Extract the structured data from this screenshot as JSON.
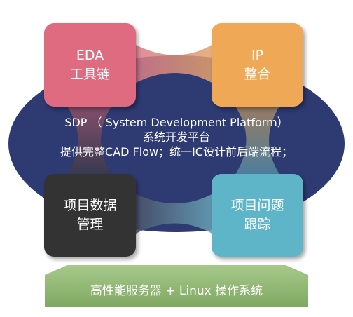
{
  "modules": {
    "eda": {
      "line1": "EDA",
      "line2": "工具链"
    },
    "ip": {
      "line1": "IP",
      "line2": "整合"
    },
    "data": {
      "line1": "项目数据",
      "line2": "管理"
    },
    "issue": {
      "line1": "项目问题",
      "line2": "跟踪"
    }
  },
  "center": {
    "line1": "SDP （ System Development Platform）",
    "line2": "系统开发平台",
    "line3": "提供完整CAD Flow；统一IC设计前后端流程；"
  },
  "base": {
    "label": "高性能服务器 + Linux 操作系统"
  },
  "colors": {
    "ellipse": "#2e3a72",
    "eda": "#de6b7f",
    "ip": "#efa956",
    "data": "#333333",
    "issue": "#5eb5c7",
    "base": "#97bd77"
  }
}
